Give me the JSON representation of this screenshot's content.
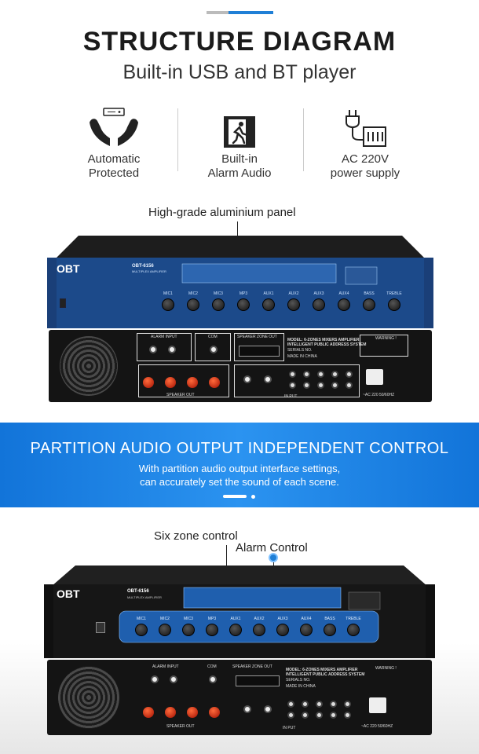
{
  "header": {
    "title": "STRUCTURE DIAGRAM",
    "subtitle": "Built-in USB and BT player"
  },
  "features": [
    {
      "icon": "hands-protect-icon",
      "line1": "Automatic",
      "line2": "Protected"
    },
    {
      "icon": "exit-door-icon",
      "line1": "Built-in",
      "line2": "Alarm Audio"
    },
    {
      "icon": "power-plug-icon",
      "line1": "AC 220V",
      "line2": "power supply"
    }
  ],
  "callouts": {
    "panel": "High-grade aluminium panel",
    "six_zone": "Six zone control",
    "alarm": "Alarm Control"
  },
  "banner": {
    "heading": "PARTITION AUDIO OUTPUT INDEPENDENT CONTROL",
    "line1": "With partition audio output interface settings,",
    "line2": "can accurately set the sound of each scene."
  },
  "device": {
    "brand": "OBT",
    "model": "OBT-6156",
    "model_sub": "MULTIPLEX AMPLIFIER",
    "knob_labels": [
      "MIC1",
      "MIC2",
      "MIC3",
      "MP3",
      "AUX1",
      "AUX2",
      "AUX3",
      "AUX4",
      "BASS",
      "TREBLE"
    ],
    "rear_labels": {
      "alarm_input": "ALARM INPUT",
      "com": "COM",
      "zone_out": "SPEAKER ZONE OUT",
      "model_text": "MODEL: 6-ZONES MIXERS AMPLIFIER",
      "brand_text": "INTELLIGENT PUBLIC ADDRESS SYSTEM",
      "serial": "SERIALS NO.",
      "made_in": "MADE IN CHINA",
      "warning": "WARNING !",
      "speaker_out": "SPEAKER OUT",
      "power": "~AC 220 50/60HZ",
      "input": "IN PUT"
    }
  },
  "colors": {
    "accent": "#1f7fd6",
    "banner": "#1b82e2",
    "panel_blue": "#1c3f7a",
    "panel_black": "#151515"
  }
}
